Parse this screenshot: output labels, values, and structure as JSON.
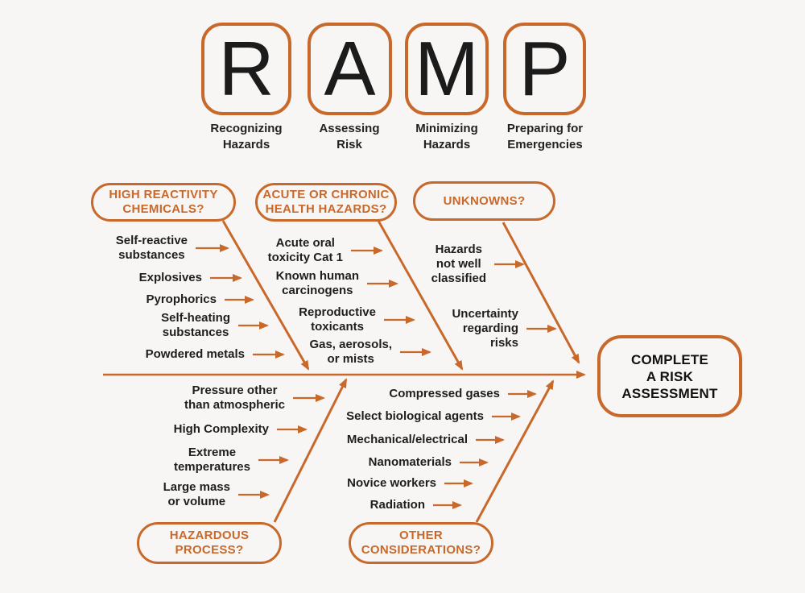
{
  "colors": {
    "accent": "#C8692B",
    "ink": "#1F1F1F",
    "background": "#F7F6F4"
  },
  "ramp_header": {
    "boxes": [
      {
        "letter": "R",
        "caption": "Recognizing\nHazards"
      },
      {
        "letter": "A",
        "caption": "Assessing\nRisk"
      },
      {
        "letter": "M",
        "caption": "Minimizing\nHazards"
      },
      {
        "letter": "P",
        "caption": "Preparing for\nEmergencies"
      }
    ]
  },
  "fishbone": {
    "top_categories": [
      {
        "label": "HIGH REACTIVITY\nCHEMICALS?",
        "items": [
          {
            "text": "Self-reactive\nsubstances"
          },
          {
            "text": "Explosives"
          },
          {
            "text": "Pyrophorics"
          },
          {
            "text": "Self-heating\nsubstances"
          },
          {
            "text": "Powdered metals"
          }
        ]
      },
      {
        "label": "ACUTE OR CHRONIC\nHEALTH HAZARDS?",
        "items": [
          {
            "text": "Acute oral\ntoxicity Cat 1"
          },
          {
            "text": "Known human\ncarcinogens"
          },
          {
            "text": "Reproductive\ntoxicants"
          },
          {
            "text": "Gas, aerosols,\nor mists"
          }
        ]
      },
      {
        "label": "UNKNOWNS?",
        "items": [
          {
            "text": "Hazards\nnot well\nclassified"
          },
          {
            "text": "Uncertainty\nregarding\nrisks"
          }
        ]
      }
    ],
    "bottom_categories": [
      {
        "label": "HAZARDOUS\nPROCESS?",
        "items": [
          {
            "text": "Pressure other\nthan atmospheric"
          },
          {
            "text": "High Complexity"
          },
          {
            "text": "Extreme\ntemperatures"
          },
          {
            "text": "Large mass\nor volume"
          }
        ]
      },
      {
        "label": "OTHER\nCONSIDERATIONS?",
        "items": [
          {
            "text": "Compressed gases"
          },
          {
            "text": "Select biological agents"
          },
          {
            "text": "Mechanical/electrical"
          },
          {
            "text": "Nanomaterials"
          },
          {
            "text": "Novice workers"
          },
          {
            "text": "Radiation"
          }
        ]
      }
    ],
    "conclusion": {
      "label": "COMPLETE\nA RISK\nASSESSMENT"
    }
  }
}
